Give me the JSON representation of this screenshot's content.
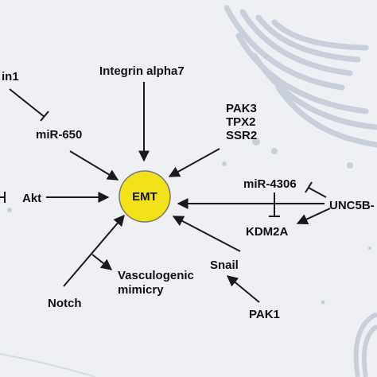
{
  "diagram": {
    "center": {
      "label": "EMT",
      "fill": "#f2e21a"
    },
    "nodes": {
      "lin1": "in1",
      "mir650": "miR-650",
      "integrin": "Integrin alpha7",
      "pak3": "PAK3",
      "tpx2": "TPX2",
      "ssr2": "SSR2",
      "akt": "Akt",
      "mir4306": "miR-4306",
      "unc5b": "UNC5B-",
      "kdm2a": "KDM2A",
      "snail": "Snail",
      "pak1": "PAK1",
      "notch": "Notch",
      "vasculogenic": "Vasculogenic",
      "mimicry": "mimicry"
    },
    "colors": {
      "background": "#eef0f4",
      "organelle": "#c9cfda",
      "line": "#1a1a1a"
    }
  }
}
